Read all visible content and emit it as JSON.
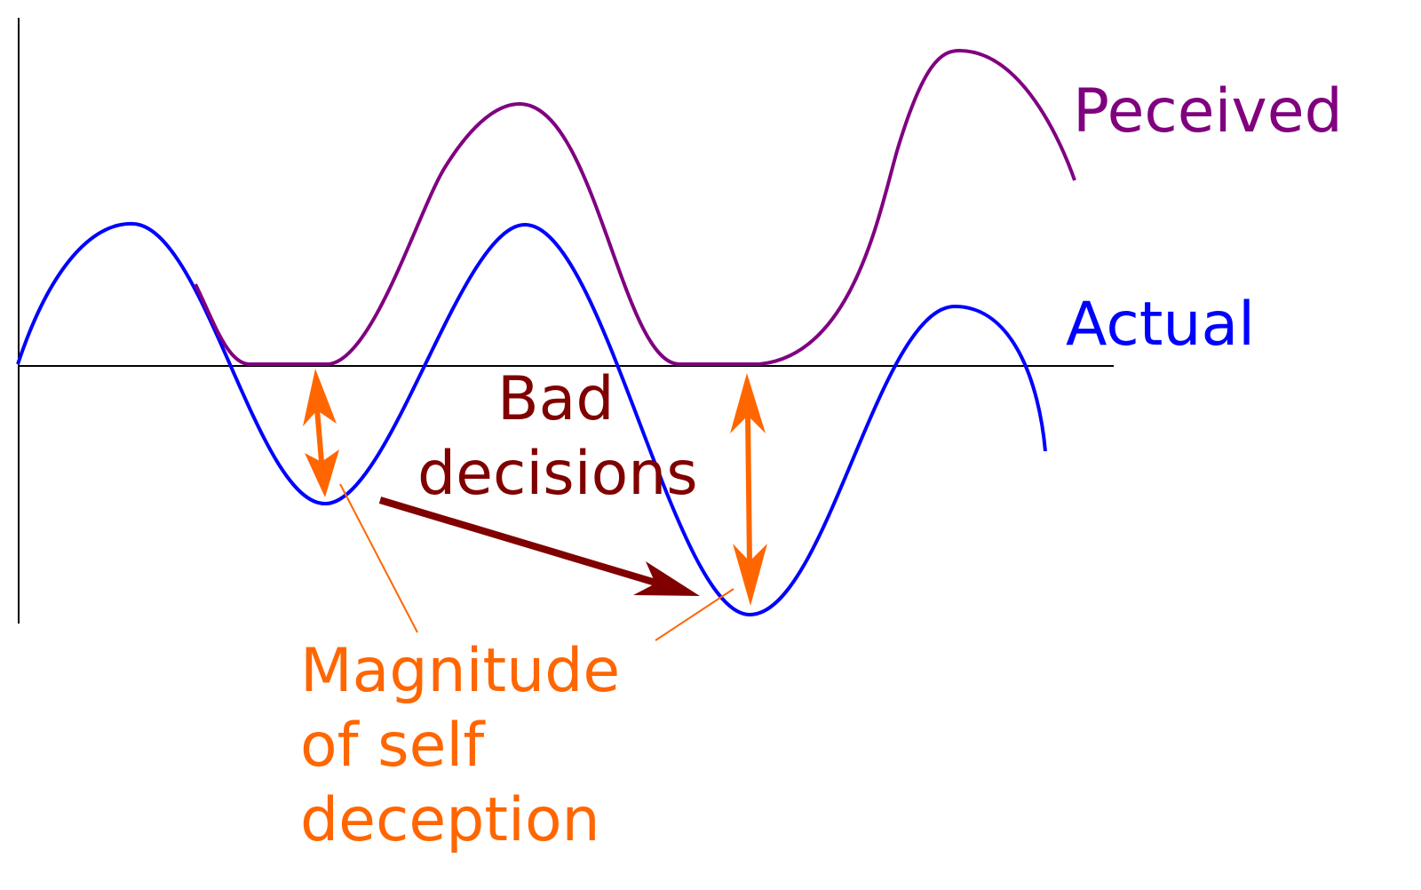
{
  "diagram": {
    "series": [
      {
        "name": "Peceived",
        "color": "#800080"
      },
      {
        "name": "Actual",
        "color": "#0000ff"
      }
    ],
    "labels": {
      "perceived": "Peceived",
      "actual": "Actual",
      "bad_line1": "Bad",
      "bad_line2": "decisions",
      "magnitude_line1": "Magnitude",
      "magnitude_line2": "of self",
      "magnitude_line3": "deception"
    },
    "colors": {
      "axis": "#000000",
      "perceived": "#800080",
      "actual": "#0000ff",
      "deception": "#ff6600",
      "bad_decisions": "#800000"
    }
  }
}
